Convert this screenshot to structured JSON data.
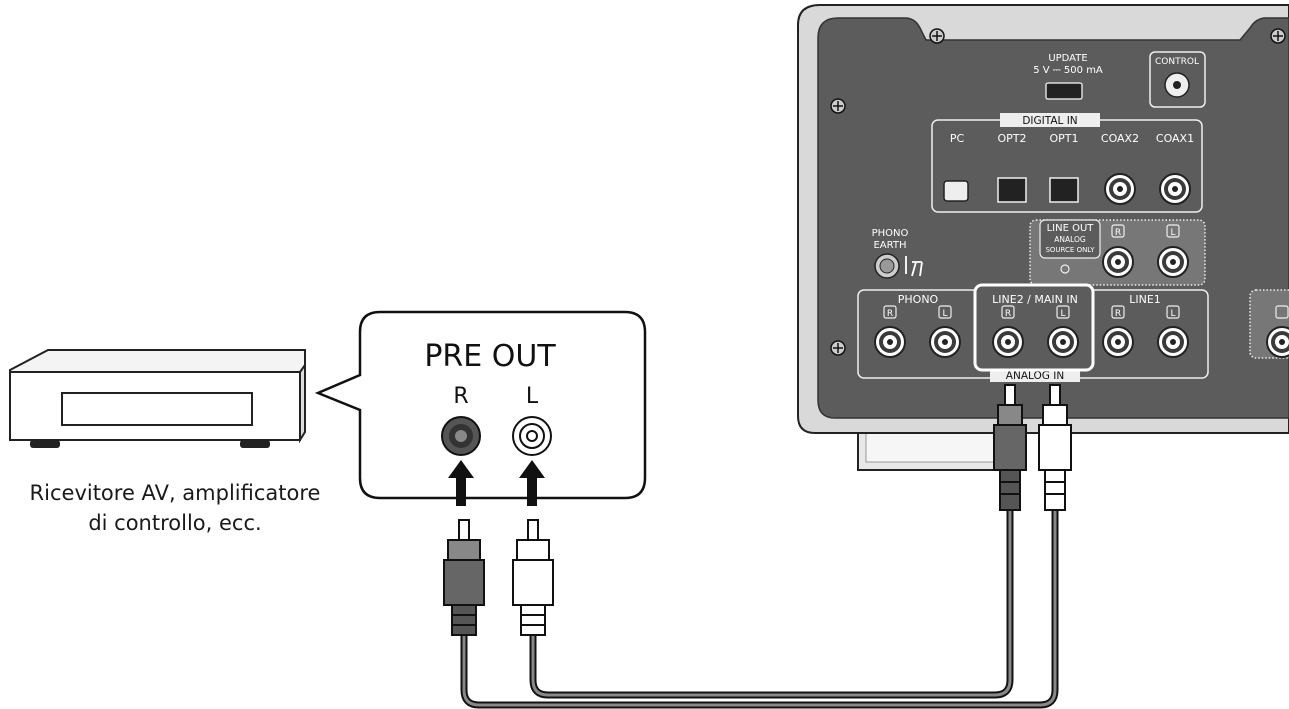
{
  "source_device": {
    "caption_line1": "Ricevitore AV, amplificatore",
    "caption_line2": "di controllo, ecc."
  },
  "callout": {
    "title": "PRE OUT",
    "right_label": "R",
    "left_label": "L"
  },
  "panel": {
    "update_label": "UPDATE",
    "update_spec": "5 V ⎓ 500 mA",
    "control_label": "CONTROL",
    "digital_in": {
      "title": "DIGITAL IN",
      "ports": [
        "PC",
        "OPT2",
        "OPT1",
        "COAX2",
        "COAX1"
      ]
    },
    "phono_earth_line1": "PHONO",
    "phono_earth_line2": "EARTH",
    "line_out": {
      "title": "LINE OUT",
      "note_line1": "ANALOG",
      "note_line2": "SOURCE ONLY",
      "r": "R",
      "l": "L"
    },
    "analog_in": {
      "title": "ANALOG IN",
      "groups": [
        {
          "label": "PHONO",
          "r": "R",
          "l": "L"
        },
        {
          "label": "LINE2 / MAIN IN",
          "r": "R",
          "l": "L"
        },
        {
          "label": "LINE1",
          "r": "R",
          "l": "L"
        }
      ]
    }
  },
  "colors": {
    "panel": "#5a5a5a",
    "panel_edge": "#444444",
    "line": "#1a1a1a",
    "plug_dark": "#666666",
    "plug_light": "#ffffff"
  }
}
